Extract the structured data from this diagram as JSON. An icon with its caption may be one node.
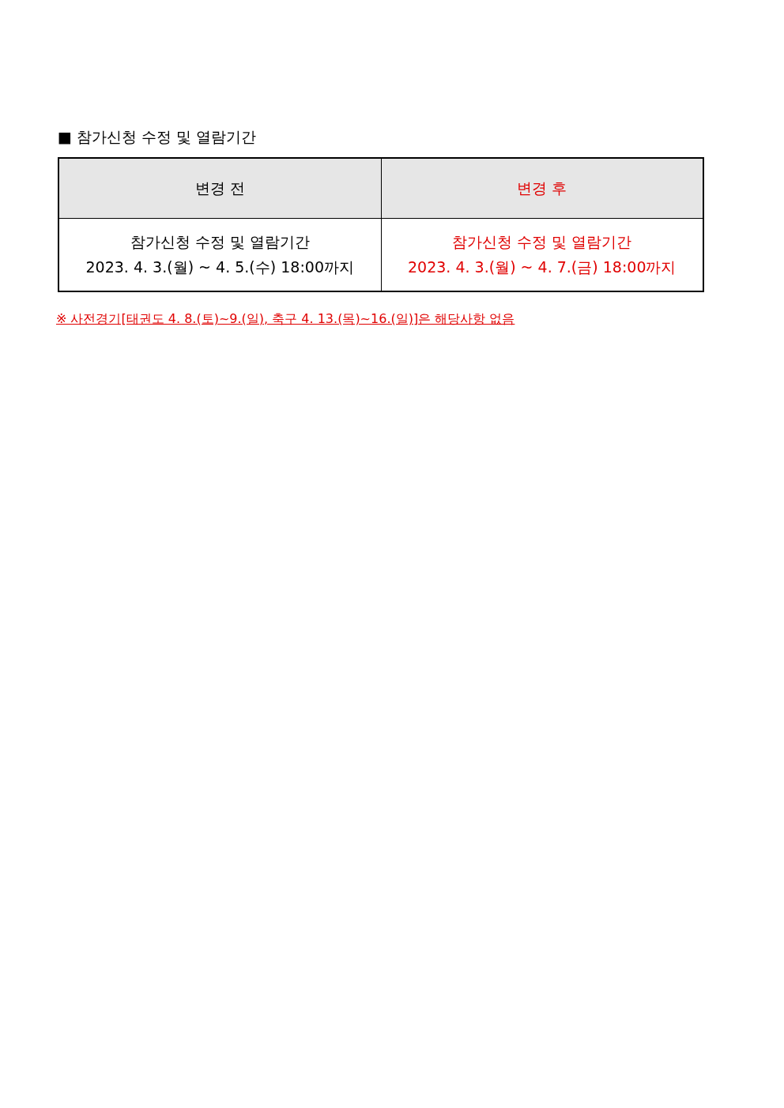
{
  "diagram": {
    "title": "■ 참가신청 수정 및 열람기간",
    "labels": [
      "변경 전",
      "변경 후",
      "참가신청 수정 및 열람기간",
      "2023. 4. 3.(월) ~ 4. 5.(수) 18:00까지",
      "참가신청 수정 및 열람기간",
      "2023. 4. 3.(월) ~ 4. 7.(금) 18:00까지",
      "※ 사전경기[태권도 4. 8.(토)~9.(일), 축구 4. 13.(목)~16.(일)]은 해당사항 없음"
    ]
  }
}
